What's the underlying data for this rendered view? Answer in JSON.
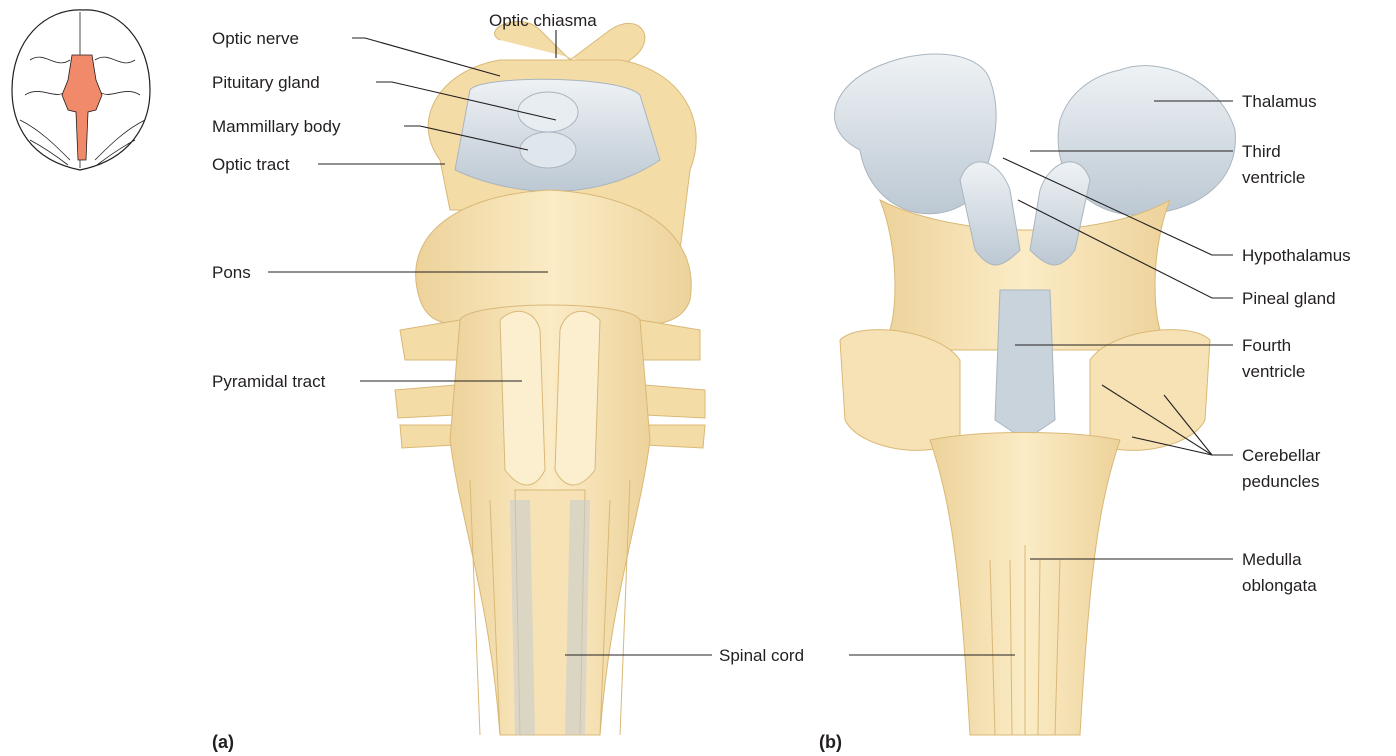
{
  "panels": {
    "a": "(a)",
    "b": "(b)"
  },
  "labels": {
    "optic_chiasma": "Optic chiasma",
    "optic_nerve": "Optic nerve",
    "pituitary_gland": "Pituitary gland",
    "mammillary_body": "Mammillary body",
    "optic_tract": "Optic tract",
    "pons": "Pons",
    "pyramidal_tract": "Pyramidal tract",
    "spinal_cord": "Spinal cord",
    "thalamus": "Thalamus",
    "third_ventricle_1": "Third",
    "third_ventricle_2": "ventricle",
    "hypothalamus": "Hypothalamus",
    "pineal_gland": "Pineal gland",
    "fourth_ventricle_1": "Fourth",
    "fourth_ventricle_2": "ventricle",
    "cerebellar_peduncles_1": "Cerebellar",
    "cerebellar_peduncles_2": "peduncles",
    "medulla_oblongata_1": "Medulla",
    "medulla_oblongata_2": "oblongata"
  },
  "colors": {
    "tissue": "#f6e2b4",
    "tissue_dark": "#e9c98a",
    "ventricle_blue": "#c9d3dc",
    "thalamus_blue": "#dfe6ec",
    "highlight": "#f08a6a"
  }
}
